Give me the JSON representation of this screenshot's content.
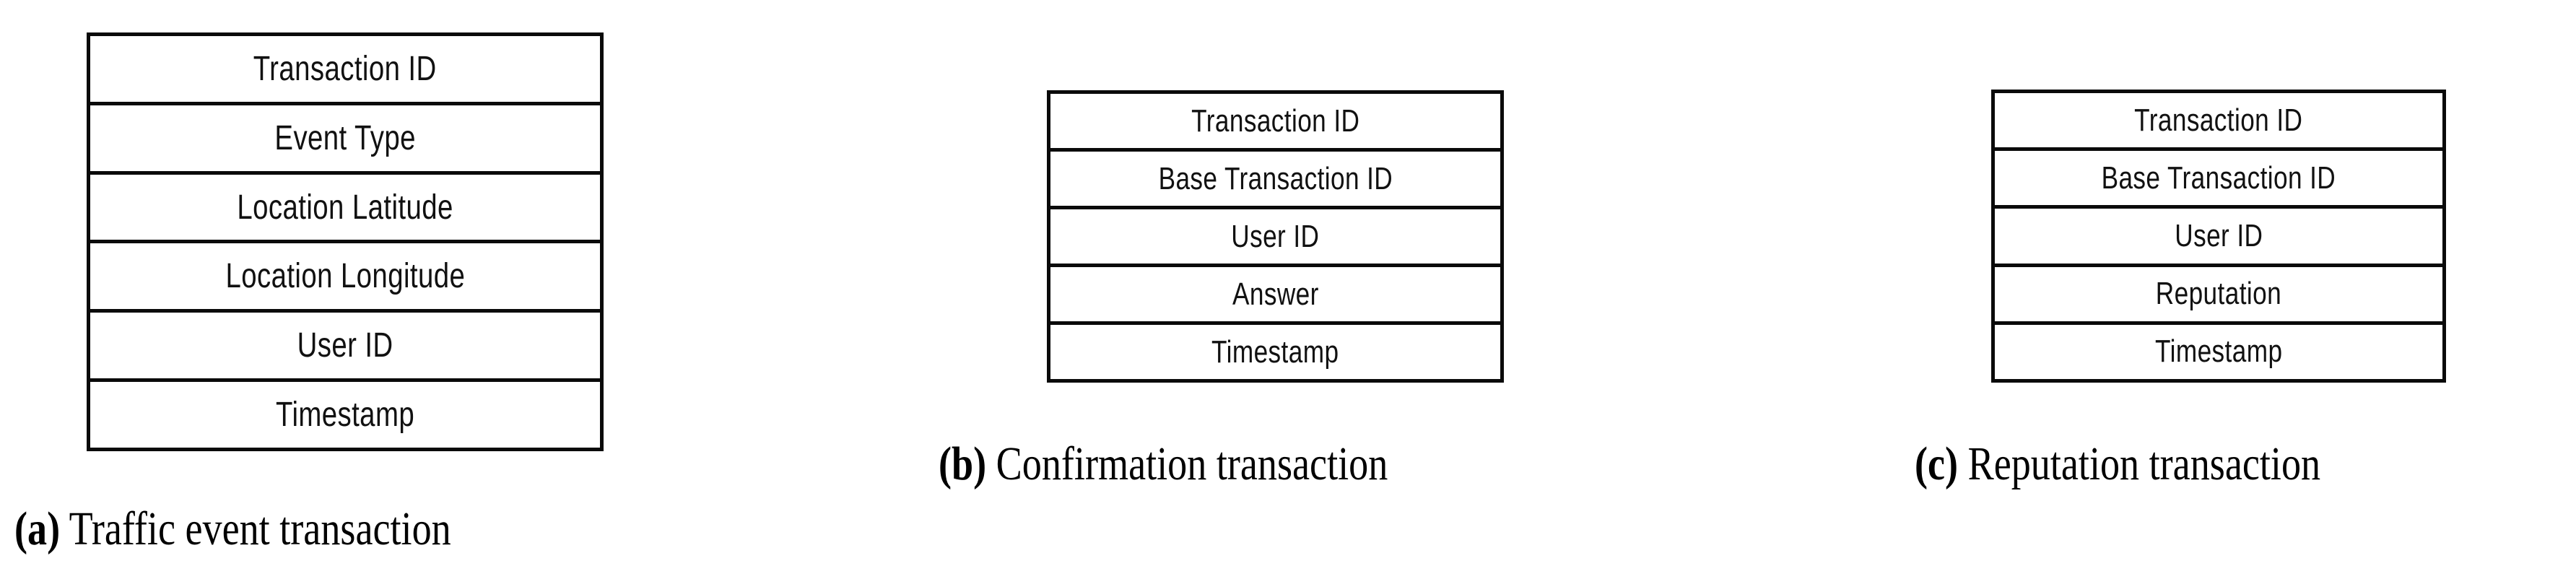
{
  "figure": {
    "kind": "transaction-record-layout-diagram",
    "background_color": "#ffffff",
    "border_color": "#0a0a0a",
    "text_color": "#111111"
  },
  "panels": [
    {
      "id": "a",
      "tag": "(a)",
      "caption_text": " Traffic event transaction",
      "fields": [
        "Transaction ID",
        "Event Type",
        "Location Latitude",
        "Location Longitude",
        "User ID",
        "Timestamp"
      ]
    },
    {
      "id": "b",
      "tag": "(b)",
      "caption_text": " Confirmation transaction",
      "fields": [
        "Transaction ID",
        "Base Transaction ID",
        "User ID",
        "Answer",
        "Timestamp"
      ]
    },
    {
      "id": "c",
      "tag": "(c)",
      "caption_text": " Reputation transaction",
      "fields": [
        "Transaction ID",
        "Base Transaction ID",
        "User ID",
        "Reputation",
        "Timestamp"
      ]
    }
  ]
}
